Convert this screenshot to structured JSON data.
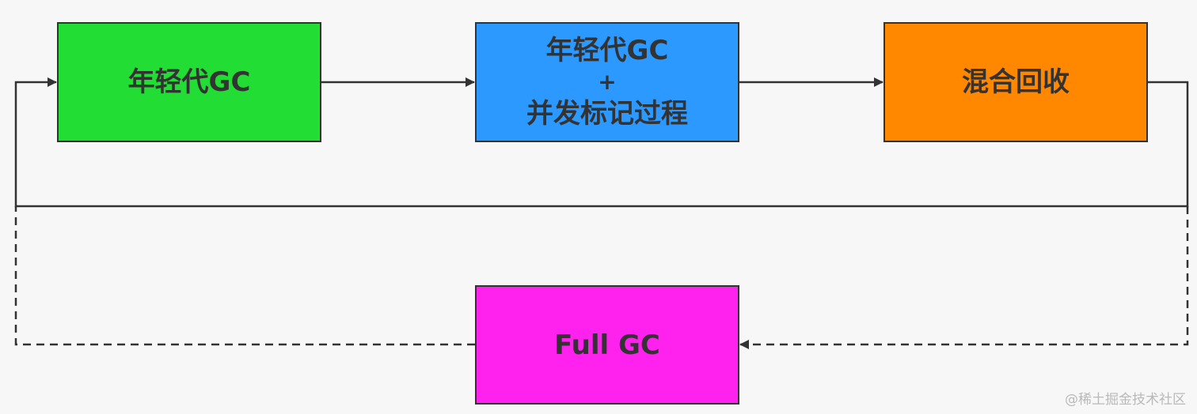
{
  "diagram": {
    "nodes": {
      "young_gc": {
        "label": "年轻代GC",
        "color": "#22dd33"
      },
      "young_gc_concurrent": {
        "line1": "年轻代GC",
        "line2": "+",
        "line3": "并发标记过程",
        "color": "#2b99ff"
      },
      "mixed_gc": {
        "label": "混合回收",
        "color": "#ff8800"
      },
      "full_gc": {
        "label": "Full GC",
        "color": "#ff22ee"
      }
    },
    "edges": [
      {
        "from": "young_gc",
        "to": "young_gc_concurrent",
        "style": "solid"
      },
      {
        "from": "young_gc_concurrent",
        "to": "mixed_gc",
        "style": "solid"
      },
      {
        "from": "mixed_gc",
        "to": "young_gc",
        "style": "solid"
      },
      {
        "from": "mixed_gc",
        "to": "full_gc",
        "style": "dashed"
      },
      {
        "from": "full_gc",
        "to": "young_gc",
        "style": "dashed"
      }
    ],
    "line_color": "#333333"
  },
  "watermark": "@稀土掘金技术社区"
}
